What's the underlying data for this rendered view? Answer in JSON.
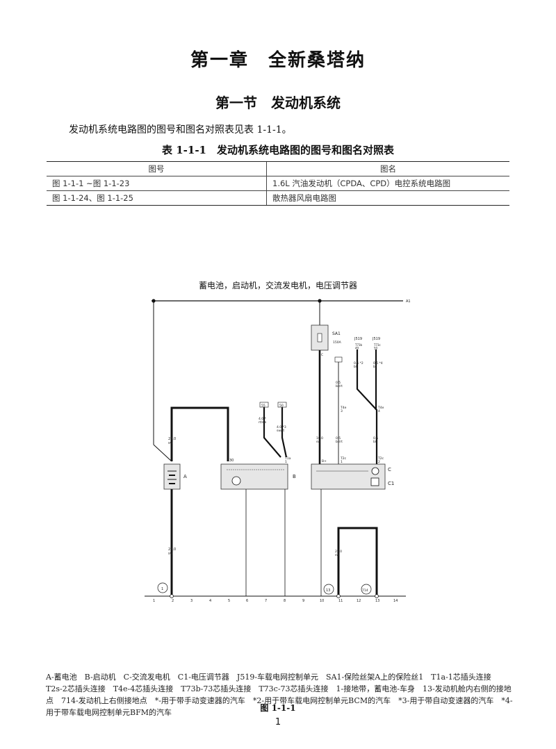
{
  "chapter_title": "第一章　全新桑塔纳",
  "section_title": "第一节　发动机系统",
  "intro": "发动机系统电路图的图号和图名对照表见表 1-1-1。",
  "table": {
    "title": "表 1-1-1　发动机系统电路图的图号和图名对照表",
    "headers": [
      "图号",
      "图名"
    ],
    "rows": [
      [
        "图 1-1-1 ~图 1-1-23",
        "1.6L 汽油发动机（CPDA、CPD）电控系统电路图"
      ],
      [
        "图 1-1-24、图 1-1-25",
        "散热器风扇电路图"
      ]
    ]
  },
  "diagram": {
    "title": "蓄电池，启动机，交流发电机，电压调节器",
    "bus_label": "A1",
    "fuse": {
      "name": "SA1",
      "rating": "150A"
    },
    "components": {
      "A": "A",
      "B": "B",
      "C": "C",
      "C1": "C1"
    },
    "relays": {
      "j519_a": "J519",
      "j519_a_pin": "T73b\n49",
      "j519_b": "J519",
      "j519_b_pin": "T73c\n50"
    },
    "connectors": {
      "t4e_a": "T4e\n3",
      "t4e_b": "T4e\n4",
      "t2c_a": "T2c\n1",
      "t2c_b": "T2c\n2",
      "t1a": "T1a\n1"
    },
    "wires": {
      "w_bat_top": "25.0\nsw",
      "w_bat_bottom": "25.0\nsw",
      "w_sa1": "16.0\nsw",
      "w_bl_a": "0.5 *2\nbl",
      "w_bl_b": "0.5 *4\nbl",
      "w_brrt": "0.5\nbr/rt",
      "w_brrt2": "0.5\nbr/rt",
      "w_bl2": "0.5\nbl",
      "w_4a": "4.0 *\nrt/sw",
      "w_4b": "4.0 *3\nsw/rt",
      "w_ground_right": "25.0\nsw"
    },
    "terminals": {
      "t30": "30",
      "tb": "B+",
      "t55": "55",
      "t50": "50",
      "tc": "C"
    },
    "grounds": [
      "1",
      "13",
      "714"
    ],
    "grid": [
      "1",
      "2",
      "3",
      "4",
      "5",
      "6",
      "7",
      "8",
      "9",
      "10",
      "11",
      "12",
      "13",
      "14"
    ]
  },
  "legend": "A-蓄电池　B-启动机　C-交流发电机　C1-电压调节器　J519-车载电网控制单元　SA1-保险丝架A上的保险丝1　T1a-1芯插头连接　T2s-2芯插头连接　T4e-4芯插头连接　T73b-73芯插头连接　T73c-73芯插头连接　1-接地带，蓄电池-车身　13-发动机舱内右侧的接地点　714-发动机上右侧接地点　*-用于带手动变速器的汽车　*2-用于带车载电网控制单元BCM的汽车　*3-用于带自动变速器的汽车　*4-用于带车载电网控制单元BFM的汽车",
  "figure_caption": "图 1-1-1",
  "page_number": "1"
}
